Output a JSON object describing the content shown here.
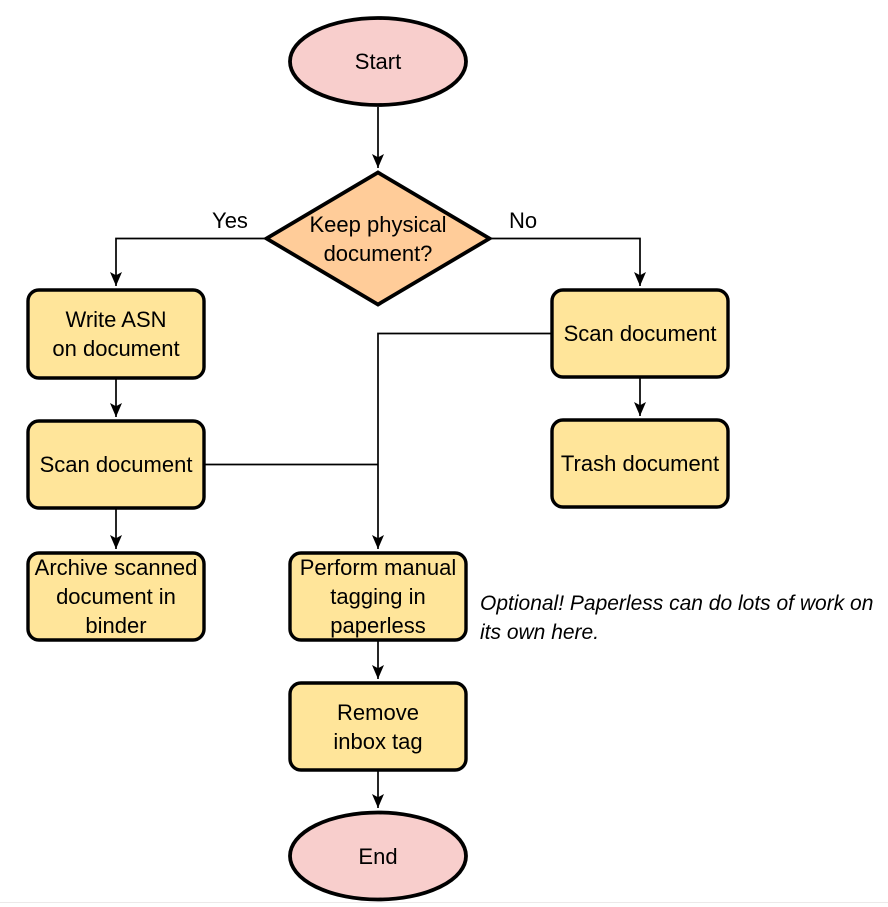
{
  "diagram": {
    "type": "flowchart",
    "nodes": {
      "start": {
        "shape": "terminator",
        "label": "Start"
      },
      "decision": {
        "shape": "decision",
        "label": [
          "Keep physical",
          "document?"
        ]
      },
      "write_asn": {
        "shape": "process",
        "label": [
          "Write ASN",
          "on document"
        ]
      },
      "scan_left": {
        "shape": "process",
        "label": "Scan document"
      },
      "archive": {
        "shape": "process",
        "label": [
          "Archive scanned",
          "document in",
          "binder"
        ]
      },
      "scan_right": {
        "shape": "process",
        "label": "Scan document"
      },
      "trash": {
        "shape": "process",
        "label": "Trash document"
      },
      "tagging": {
        "shape": "process",
        "label": [
          "Perform manual",
          "tagging in",
          "paperless"
        ]
      },
      "remove_inbox": {
        "shape": "process",
        "label": [
          "Remove",
          "inbox tag"
        ]
      },
      "end": {
        "shape": "terminator",
        "label": "End"
      }
    },
    "edge_labels": {
      "yes": "Yes",
      "no": "No"
    },
    "edges": [
      {
        "from": "start",
        "to": "decision"
      },
      {
        "from": "decision",
        "to": "write_asn",
        "label": "Yes"
      },
      {
        "from": "decision",
        "to": "scan_right",
        "label": "No"
      },
      {
        "from": "write_asn",
        "to": "scan_left"
      },
      {
        "from": "scan_left",
        "to": "archive"
      },
      {
        "from": "scan_left",
        "to": "tagging"
      },
      {
        "from": "scan_right",
        "to": "trash"
      },
      {
        "from": "scan_right",
        "to": "tagging"
      },
      {
        "from": "tagging",
        "to": "remove_inbox"
      },
      {
        "from": "remove_inbox",
        "to": "end"
      }
    ],
    "note": {
      "text": [
        "Optional! Paperless can do lots of work on",
        "its own here."
      ]
    },
    "colors": {
      "terminator_fill": "#F8CECC",
      "decision_fill": "#FFCC99",
      "process_fill": "#FFE59A",
      "stroke": "#000000"
    }
  }
}
